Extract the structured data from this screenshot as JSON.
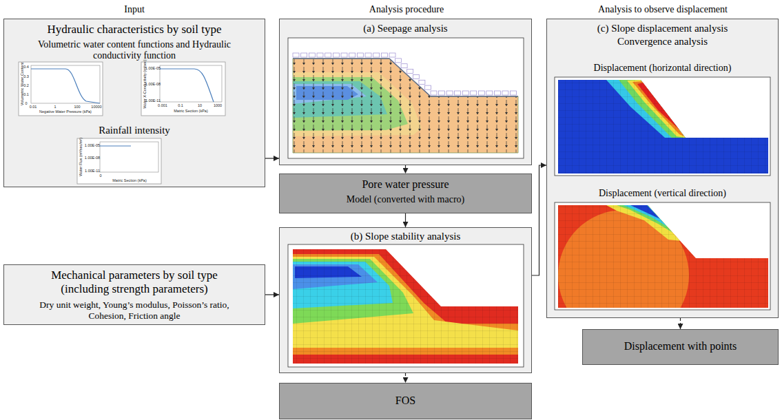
{
  "diagram": {
    "nodes": [
      {
        "text": [
          "Hydraulic characteristics by soil type",
          "Volumetric water content functions and Hydraulic conductivity function",
          "Rainfall intensity"
        ]
      },
      {
        "text": [
          "Mechanical parameters by soil type (including strength parameters)",
          "Dry unit weight, Young’s modulus, Poisson’s ratio, Cohesion, Friction angle"
        ]
      },
      {
        "text": [
          "(a) Seepage analysis"
        ]
      },
      {
        "text": [
          "Pore water pressure",
          "Model (converted with macro)"
        ]
      },
      {
        "text": [
          "(b) Slope stability analysis"
        ]
      },
      {
        "text": [
          "FOS"
        ]
      },
      {
        "text": [
          "(c) Slope displacement analysis",
          "Convergence analysis"
        ]
      },
      {
        "text": [
          "Displacement (horizontal direction)"
        ],
        "in": 6
      },
      {
        "text": [
          "Displacement (vertical direction)"
        ],
        "in": 6
      },
      {
        "text": [
          "Displacement with points"
        ]
      }
    ],
    "edges": [
      {
        "from": 0,
        "to": 2,
        "arrow": "to"
      },
      {
        "from": 2,
        "to": 3,
        "arrow": "to"
      },
      {
        "from": 3,
        "to": 4,
        "arrow": "to"
      },
      {
        "from": 1,
        "to": 4,
        "arrow": "to"
      },
      {
        "from": 4,
        "to": 6,
        "arrow": "to"
      },
      {
        "from": 4,
        "to": 5,
        "arrow": "to"
      },
      {
        "from": 6,
        "to": 9,
        "arrow": "to"
      }
    ],
    "labels": [
      "Input",
      "Analysis procedure",
      "Analysis to observe displacement",
      "Volumetric Water Content",
      "0.4",
      "0.3",
      "0.2",
      "0.1",
      "0",
      "0.01",
      "1",
      "100",
      "10000",
      "Negative Water Pressure (kPa)",
      "Water X-Conductivity (m/sec)",
      "1.00E-05",
      "1.00E-08",
      "1.00E-11",
      "0.001",
      "0.1",
      "10",
      "1000",
      "Matric Section (kPa)",
      "Water Flux (m³/sec/m²)",
      "1.00E-05",
      "1.00E-08",
      "1.00E-11",
      "0",
      "Matric Section (kPa)"
    ]
  }
}
